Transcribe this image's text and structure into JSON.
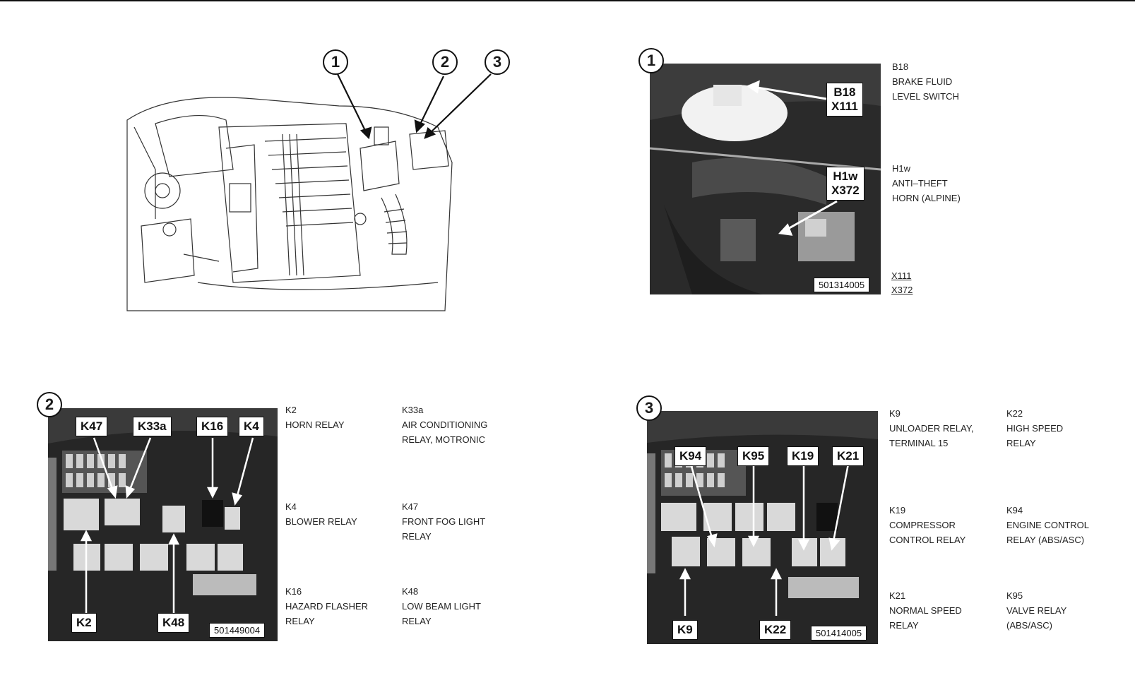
{
  "overview": {
    "callouts": [
      "1",
      "2",
      "3"
    ]
  },
  "panel1": {
    "number": "1",
    "tags": [
      {
        "line1": "B18",
        "line2": "X111"
      },
      {
        "line1": "H1w",
        "line2": "X372"
      }
    ],
    "photo_id": "501314005",
    "legend": [
      {
        "code": "B18",
        "desc": "BRAKE FLUID\nLEVEL SWITCH"
      },
      {
        "code": "H1w",
        "desc": "ANTI–THEFT\nHORN (ALPINE)"
      }
    ],
    "connectors": [
      "X111",
      "X372"
    ]
  },
  "panel2": {
    "number": "2",
    "tags": [
      "K47",
      "K33a",
      "K16",
      "K4",
      "K2",
      "K48"
    ],
    "photo_id": "501449004",
    "legend": [
      {
        "code": "K2",
        "desc": "HORN RELAY"
      },
      {
        "code": "K33a",
        "desc": "AIR CONDITIONING\nRELAY, MOTRONIC"
      },
      {
        "code": "K4",
        "desc": "BLOWER RELAY"
      },
      {
        "code": "K47",
        "desc": "FRONT FOG LIGHT\nRELAY"
      },
      {
        "code": "K16",
        "desc": "HAZARD FLASHER\nRELAY"
      },
      {
        "code": "K48",
        "desc": "LOW BEAM LIGHT\nRELAY"
      }
    ]
  },
  "panel3": {
    "number": "3",
    "tags": [
      "K94",
      "K95",
      "K19",
      "K21",
      "K9",
      "K22"
    ],
    "photo_id": "501414005",
    "legend": [
      {
        "code": "K9",
        "desc": "UNLOADER RELAY,\nTERMINAL 15"
      },
      {
        "code": "K22",
        "desc": "HIGH SPEED\nRELAY"
      },
      {
        "code": "K19",
        "desc": "COMPRESSOR\nCONTROL RELAY"
      },
      {
        "code": "K94",
        "desc": "ENGINE CONTROL\nRELAY (ABS/ASC)"
      },
      {
        "code": "K21",
        "desc": "NORMAL SPEED\nRELAY"
      },
      {
        "code": "K95",
        "desc": "VALVE RELAY\n(ABS/ASC)"
      }
    ]
  },
  "colors": {
    "photo_bg": "#2b2b2b",
    "relay_light": "#d9d9d9",
    "tag_bg": "#ffffff",
    "ink": "#111111"
  }
}
